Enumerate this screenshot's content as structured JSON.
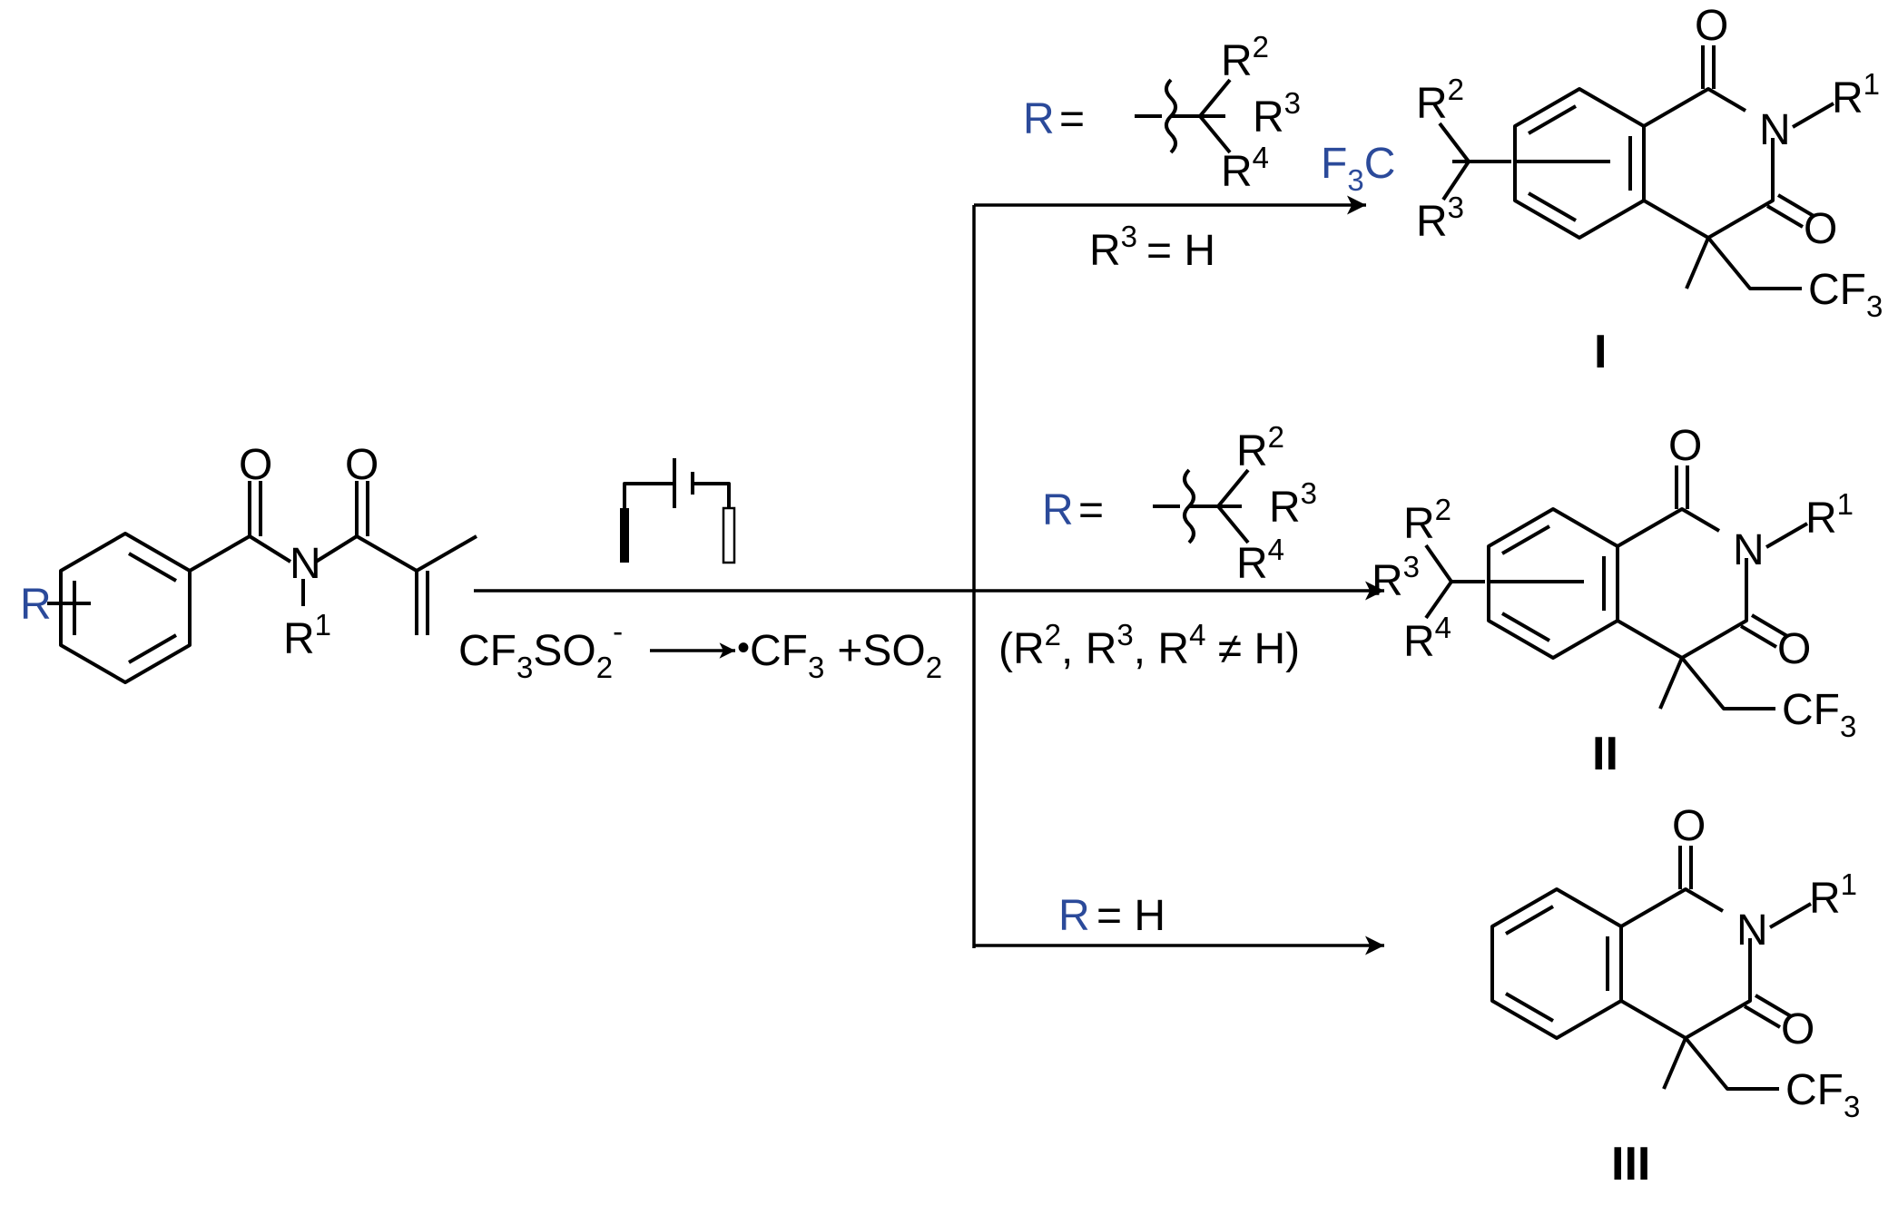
{
  "colors": {
    "text": "#000000",
    "accent": "#2b4a9a"
  },
  "reactant": {
    "ring_substituent": "R",
    "amide_n": "N",
    "n_substituent": "R",
    "n_substituent_sup": "1",
    "carbonyl_o": [
      "O",
      "O"
    ]
  },
  "conditions": {
    "electrolysis_label": "I",
    "precursor": {
      "a": "CF",
      "a_sub": "3",
      "b": "SO",
      "b_sub": "2",
      "charge": "-"
    },
    "products": {
      "radical_dot": "•",
      "radical": "CF",
      "radical_sub": "3",
      "plus": "+SO",
      "plus_sub": "2"
    }
  },
  "branches": [
    {
      "r_label": "R",
      "equals": "=",
      "groups": {
        "g2": "R",
        "g2_sup": "2",
        "g3": "R",
        "g3_sup": "3",
        "g4": "R",
        "g4_sup": "4"
      },
      "condition": {
        "r": "R",
        "sup": "3",
        "rest": "= H"
      }
    },
    {
      "r_label": "R",
      "equals": "=",
      "groups": {
        "g2": "R",
        "g2_sup": "2",
        "g3": "R",
        "g3_sup": "3",
        "g4": "R",
        "g4_sup": "4"
      },
      "condition": {
        "p1": "(R",
        "s1": "2",
        "p2": ", R",
        "s2": "3",
        "p3": ", R",
        "s3": "4",
        "p4": " ≠  H)"
      }
    },
    {
      "r_label": "R",
      "condition": "= H"
    }
  ],
  "products": [
    {
      "label": "I",
      "f3c": {
        "f": "F",
        "sub": "3",
        "c": "C"
      },
      "groups": {
        "g2": "R",
        "g2_sup": "2",
        "g3": "R",
        "g3_sup": "3"
      },
      "o_top": "O",
      "o_side": "O",
      "n": "N",
      "n_sub": "R",
      "n_sub_sup": "1",
      "cf3": "CF",
      "cf3_sub": "3"
    },
    {
      "label": "II",
      "groups": {
        "g2": "R",
        "g2_sup": "2",
        "g3": "R",
        "g3_sup": "3",
        "g4": "R",
        "g4_sup": "4"
      },
      "o_top": "O",
      "o_side": "O",
      "n": "N",
      "n_sub": "R",
      "n_sub_sup": "1",
      "cf3": "CF",
      "cf3_sub": "3"
    },
    {
      "label": "III",
      "o_top": "O",
      "o_side": "O",
      "n": "N",
      "n_sub": "R",
      "n_sub_sup": "1",
      "cf3": "CF",
      "cf3_sub": "3"
    }
  ]
}
